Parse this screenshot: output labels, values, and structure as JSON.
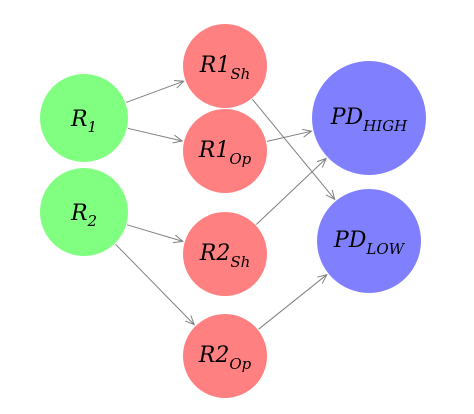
{
  "colors": {
    "input_node": "#80ff80",
    "intermediate_node": "#ff8080",
    "output_node": "#8080ff",
    "edge": "#7f7f7f"
  },
  "nodes": {
    "r1": {
      "main": "R",
      "suffix": "1",
      "sub": ""
    },
    "r2": {
      "main": "R",
      "suffix": "2",
      "sub": ""
    },
    "r1_sh": {
      "main": "R1",
      "sub": "Sh"
    },
    "r1_op": {
      "main": "R1",
      "sub": "Op"
    },
    "r2_sh": {
      "main": "R2",
      "sub": "Sh"
    },
    "r2_op": {
      "main": "R2",
      "sub": "Op"
    },
    "pd_high": {
      "main": "PD",
      "sub": "HIGH"
    },
    "pd_low": {
      "main": "PD",
      "sub": "LOW"
    }
  },
  "edges": [
    [
      "r1",
      "r1_sh"
    ],
    [
      "r1",
      "r1_op"
    ],
    [
      "r2",
      "r2_sh"
    ],
    [
      "r2",
      "r2_op"
    ],
    [
      "r1_sh",
      "pd_low"
    ],
    [
      "r1_op",
      "pd_high"
    ],
    [
      "r2_sh",
      "pd_high"
    ],
    [
      "r2_op",
      "pd_low"
    ]
  ]
}
